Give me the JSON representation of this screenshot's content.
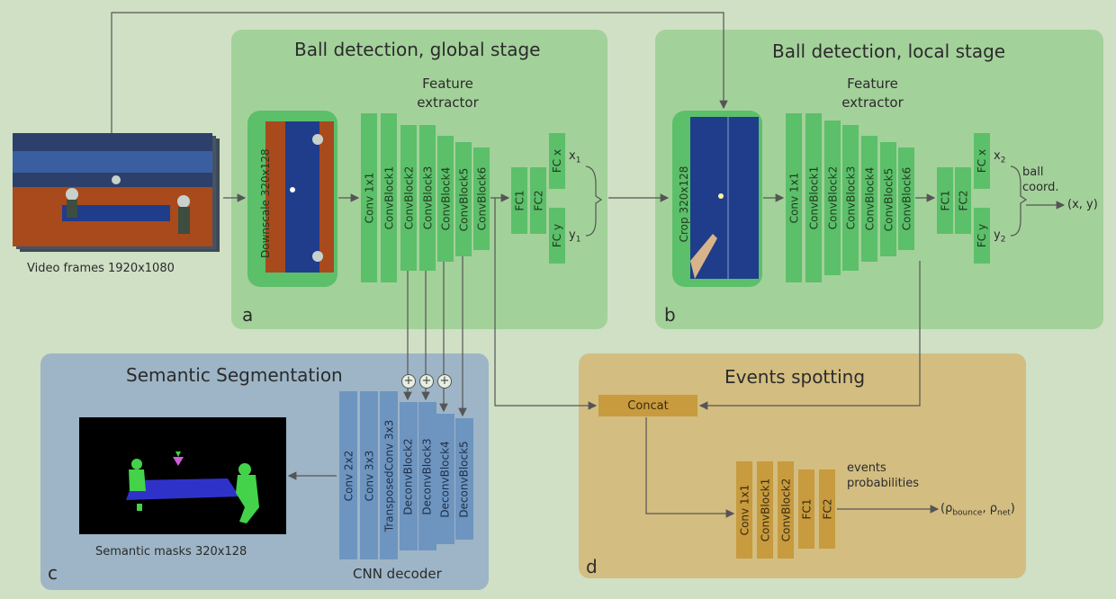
{
  "panels": {
    "global": {
      "title": "Ball detection, global stage",
      "letter": "a"
    },
    "local": {
      "title": "Ball detection, local stage",
      "letter": "b"
    },
    "segmentation": {
      "title": "Semantic Segmentation",
      "letter": "c"
    },
    "events": {
      "title": "Events spotting",
      "letter": "d"
    }
  },
  "input": {
    "label": "Video frames 1920x1080"
  },
  "global": {
    "downscale": "Downscale 320x128",
    "feature_extractor": "Feature\nextractor",
    "blocks": [
      "Conv 1x1",
      "ConvBlock1",
      "ConvBlock2",
      "ConvBlock3",
      "ConvBlock4",
      "ConvBlock5",
      "ConvBlock6"
    ],
    "fc": [
      "FC1",
      "FC2"
    ],
    "fcx": "FC x",
    "fcy": "FC y",
    "x_out": "x",
    "x_sub": "1",
    "y_out": "y",
    "y_sub": "1"
  },
  "local": {
    "crop": "Crop 320x128",
    "feature_extractor": "Feature\nextractor",
    "blocks": [
      "Conv 1x1",
      "ConvBlock1",
      "ConvBlock2",
      "ConvBlock3",
      "ConvBlock4",
      "ConvBlock5",
      "ConvBlock6"
    ],
    "fc": [
      "FC1",
      "FC2"
    ],
    "fcx": "FC x",
    "fcy": "FC y",
    "x_out": "x",
    "x_sub": "2",
    "y_out": "y",
    "y_sub": "2",
    "ball_coord": "ball\ncoord.",
    "output": "(x, y)"
  },
  "segmentation": {
    "blocks": [
      "Conv 2x2",
      "Conv 3x3",
      "TransposedConv 3x3",
      "DeconvBlock2",
      "DeconvBlock3",
      "DeconvBlock4",
      "DeconvBlock5"
    ],
    "decoder": "CNN decoder",
    "masks": "Semantic masks 320x128",
    "plus": "+"
  },
  "events": {
    "concat": "Concat",
    "blocks": [
      "Conv 1x1",
      "ConvBlock1",
      "ConvBlock2",
      "FC1",
      "FC2"
    ],
    "probs": "events\nprobabilities",
    "output_p1": "(ρ",
    "output_s1": "bounce",
    "output_p2": ", ρ",
    "output_s2": "net",
    "output_p3": ")"
  },
  "colors": {
    "green_panel": "#a3d19a",
    "green_block": "#5cbf6a",
    "blue_panel": "#9db5c6",
    "blue_block": "#6e95c0",
    "orange_panel": "#d3bd80",
    "orange_block": "#c79b3e",
    "line": "#555555"
  }
}
